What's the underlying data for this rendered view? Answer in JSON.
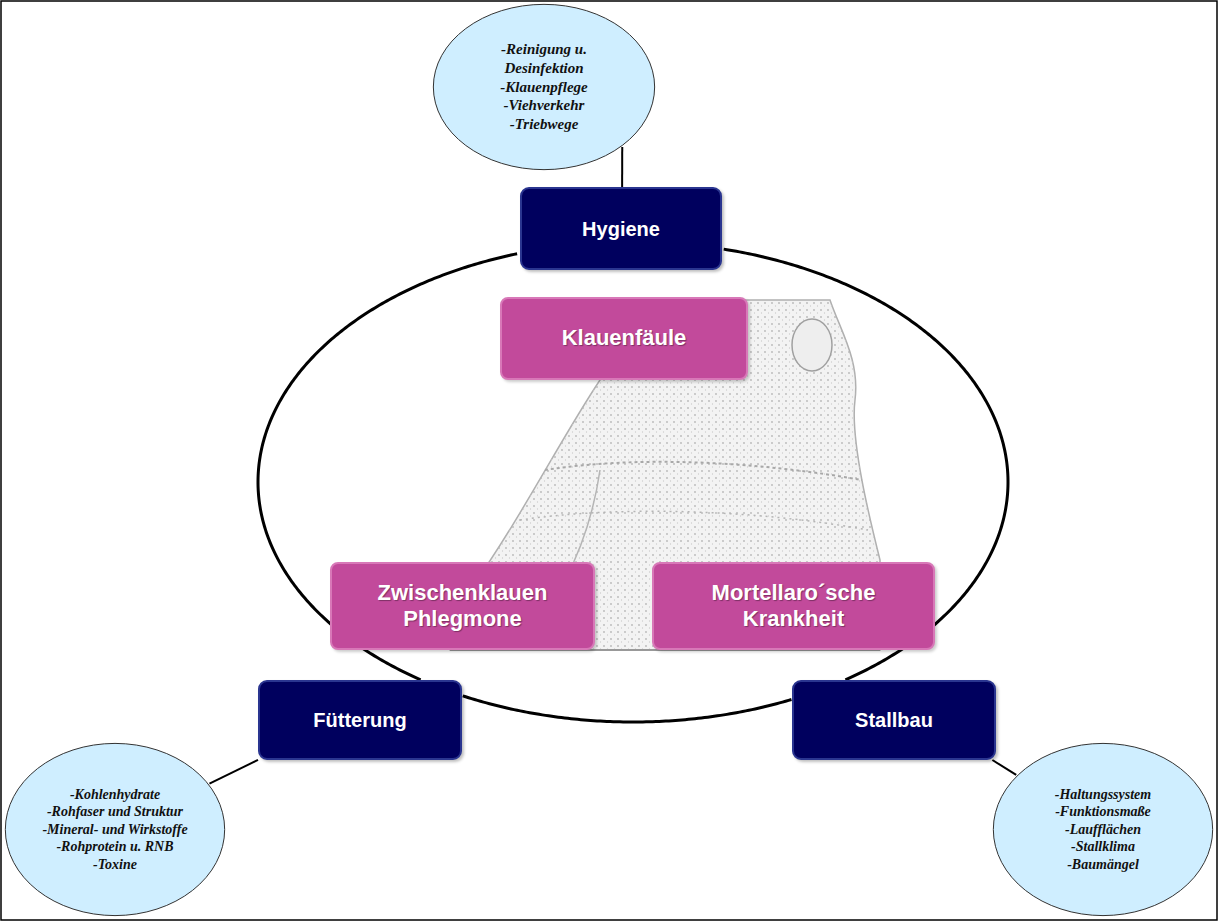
{
  "diagram": {
    "nodes": [
      {
        "text": [
          "-Reinigung u. Desinfektion",
          "-Klauenpflege",
          "-Viehverkehr",
          "-Triebwege"
        ]
      },
      {
        "text": [
          "Hygiene"
        ]
      },
      {
        "text": [
          "Klauenfäule"
        ]
      },
      {
        "text": [
          "Zwischenklauen Phlegmone"
        ]
      },
      {
        "text": [
          "Mortellaro´sche Krankheit"
        ]
      },
      {
        "text": [
          "Fütterung"
        ]
      },
      {
        "text": [
          "Stallbau"
        ]
      },
      {
        "text": [
          "-Kohlenhydrate",
          "-Rohfaser und Struktur",
          "-Mineral- und Wirkstoffe",
          "-Rohprotein u. RNB",
          "-Toxine"
        ]
      },
      {
        "text": [
          "-Haltungssystem",
          "-Funktionsmaße",
          "-Laufflächen",
          "-Stallklima",
          "-Baumängel"
        ]
      }
    ],
    "edges": [
      {
        "from": 0,
        "to": 1,
        "arrow": "none"
      },
      {
        "from": 1,
        "to": 6,
        "arrow": "none"
      },
      {
        "from": 6,
        "to": 5,
        "arrow": "none"
      },
      {
        "from": 5,
        "to": 1,
        "arrow": "none"
      },
      {
        "from": 5,
        "to": 7,
        "arrow": "none"
      },
      {
        "from": 6,
        "to": 8,
        "arrow": "none"
      }
    ]
  }
}
